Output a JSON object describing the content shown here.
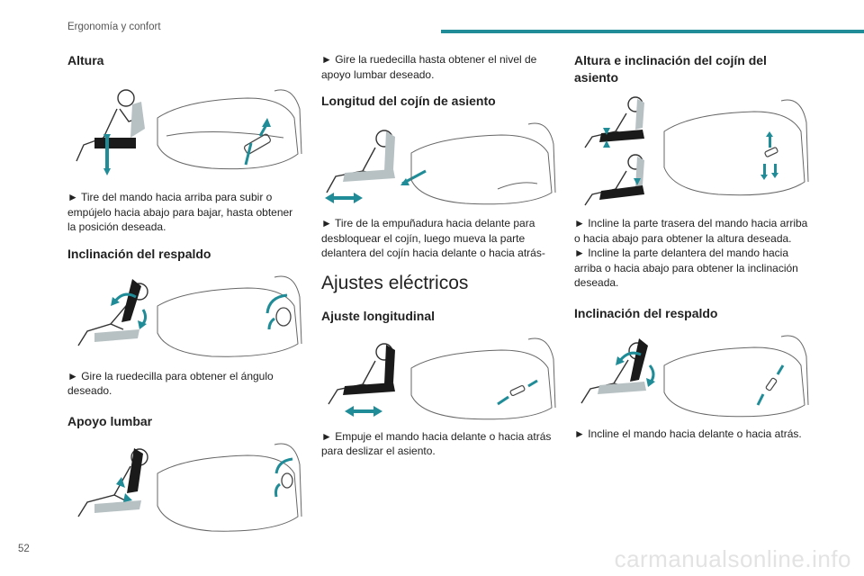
{
  "header": {
    "title": "Ergonomía y confort",
    "accent_color": "#1f8c97"
  },
  "page_number": "52",
  "watermark": "carmanualsonline.info",
  "columns": {
    "left": {
      "sections": [
        {
          "heading": "Altura",
          "text": "► Tire del mando hacia arriba para subir o empújelo hacia abajo para bajar, hasta obtener la posición deseada."
        },
        {
          "heading": "Inclinación del respaldo",
          "text": "► Gire la ruedecilla para obtener el ángulo deseado."
        },
        {
          "heading": "Apoyo lumbar"
        }
      ]
    },
    "middle": {
      "intro_text": "► Gire la ruedecilla hasta obtener el nivel de apoyo lumbar deseado.",
      "sections": [
        {
          "heading": "Longitud del cojín de asiento",
          "text": "► Tire de la empuñadura hacia delante para desbloquear el cojín, luego mueva la parte delantera del cojín hacia delante o hacia atrás-"
        }
      ],
      "main_heading": "Ajustes eléctricos",
      "sub_sections": [
        {
          "heading": "Ajuste longitudinal",
          "text": "► Empuje el mando hacia delante o hacia atrás para deslizar el asiento."
        }
      ]
    },
    "right": {
      "sections": [
        {
          "heading": "Altura e inclinación del cojín del asiento",
          "text_1": "► Incline la parte trasera del mando hacia arriba o hacia abajo para obtener la altura deseada.",
          "text_2": "► Incline la parte delantera del mando hacia arriba o hacia abajo para obtener la inclinación deseada."
        },
        {
          "heading": "Inclinación del respaldo",
          "text": "► Incline el mando hacia delante o hacia atrás."
        }
      ]
    }
  }
}
